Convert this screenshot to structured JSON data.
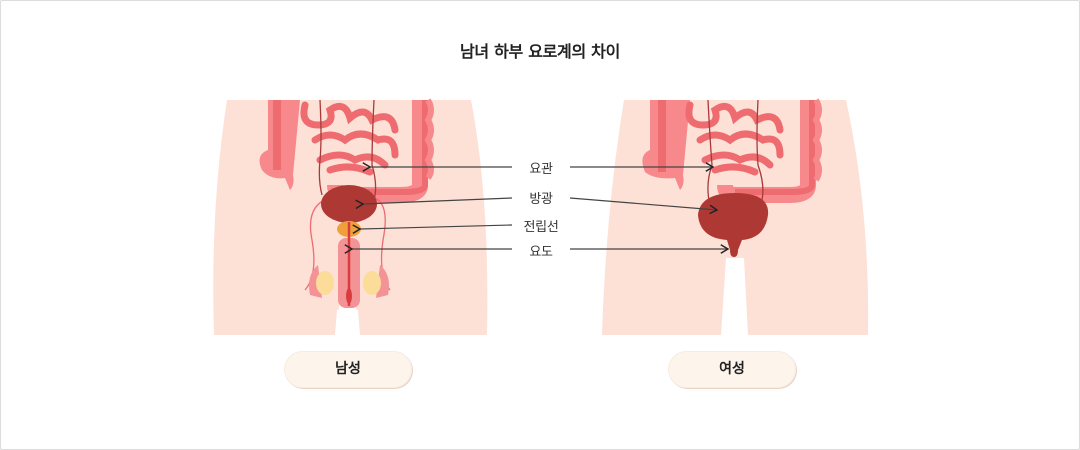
{
  "title": "남녀 하부 요로계의 차이",
  "labels": {
    "ureter": "요관",
    "bladder": "방광",
    "prostate": "전립선",
    "urethra": "요도"
  },
  "figures": {
    "male": {
      "caption": "남성"
    },
    "female": {
      "caption": "여성"
    }
  },
  "colors": {
    "skin": "#fde0d6",
    "intestine_light": "#f7888b",
    "intestine_dark": "#ee6b70",
    "bladder": "#ae3834",
    "prostate": "#f0a03a",
    "testis": "#fbdc98",
    "penis": "#f49396",
    "urethra_line": "#d93c3e",
    "pill_bg": "#fdf4ec"
  }
}
